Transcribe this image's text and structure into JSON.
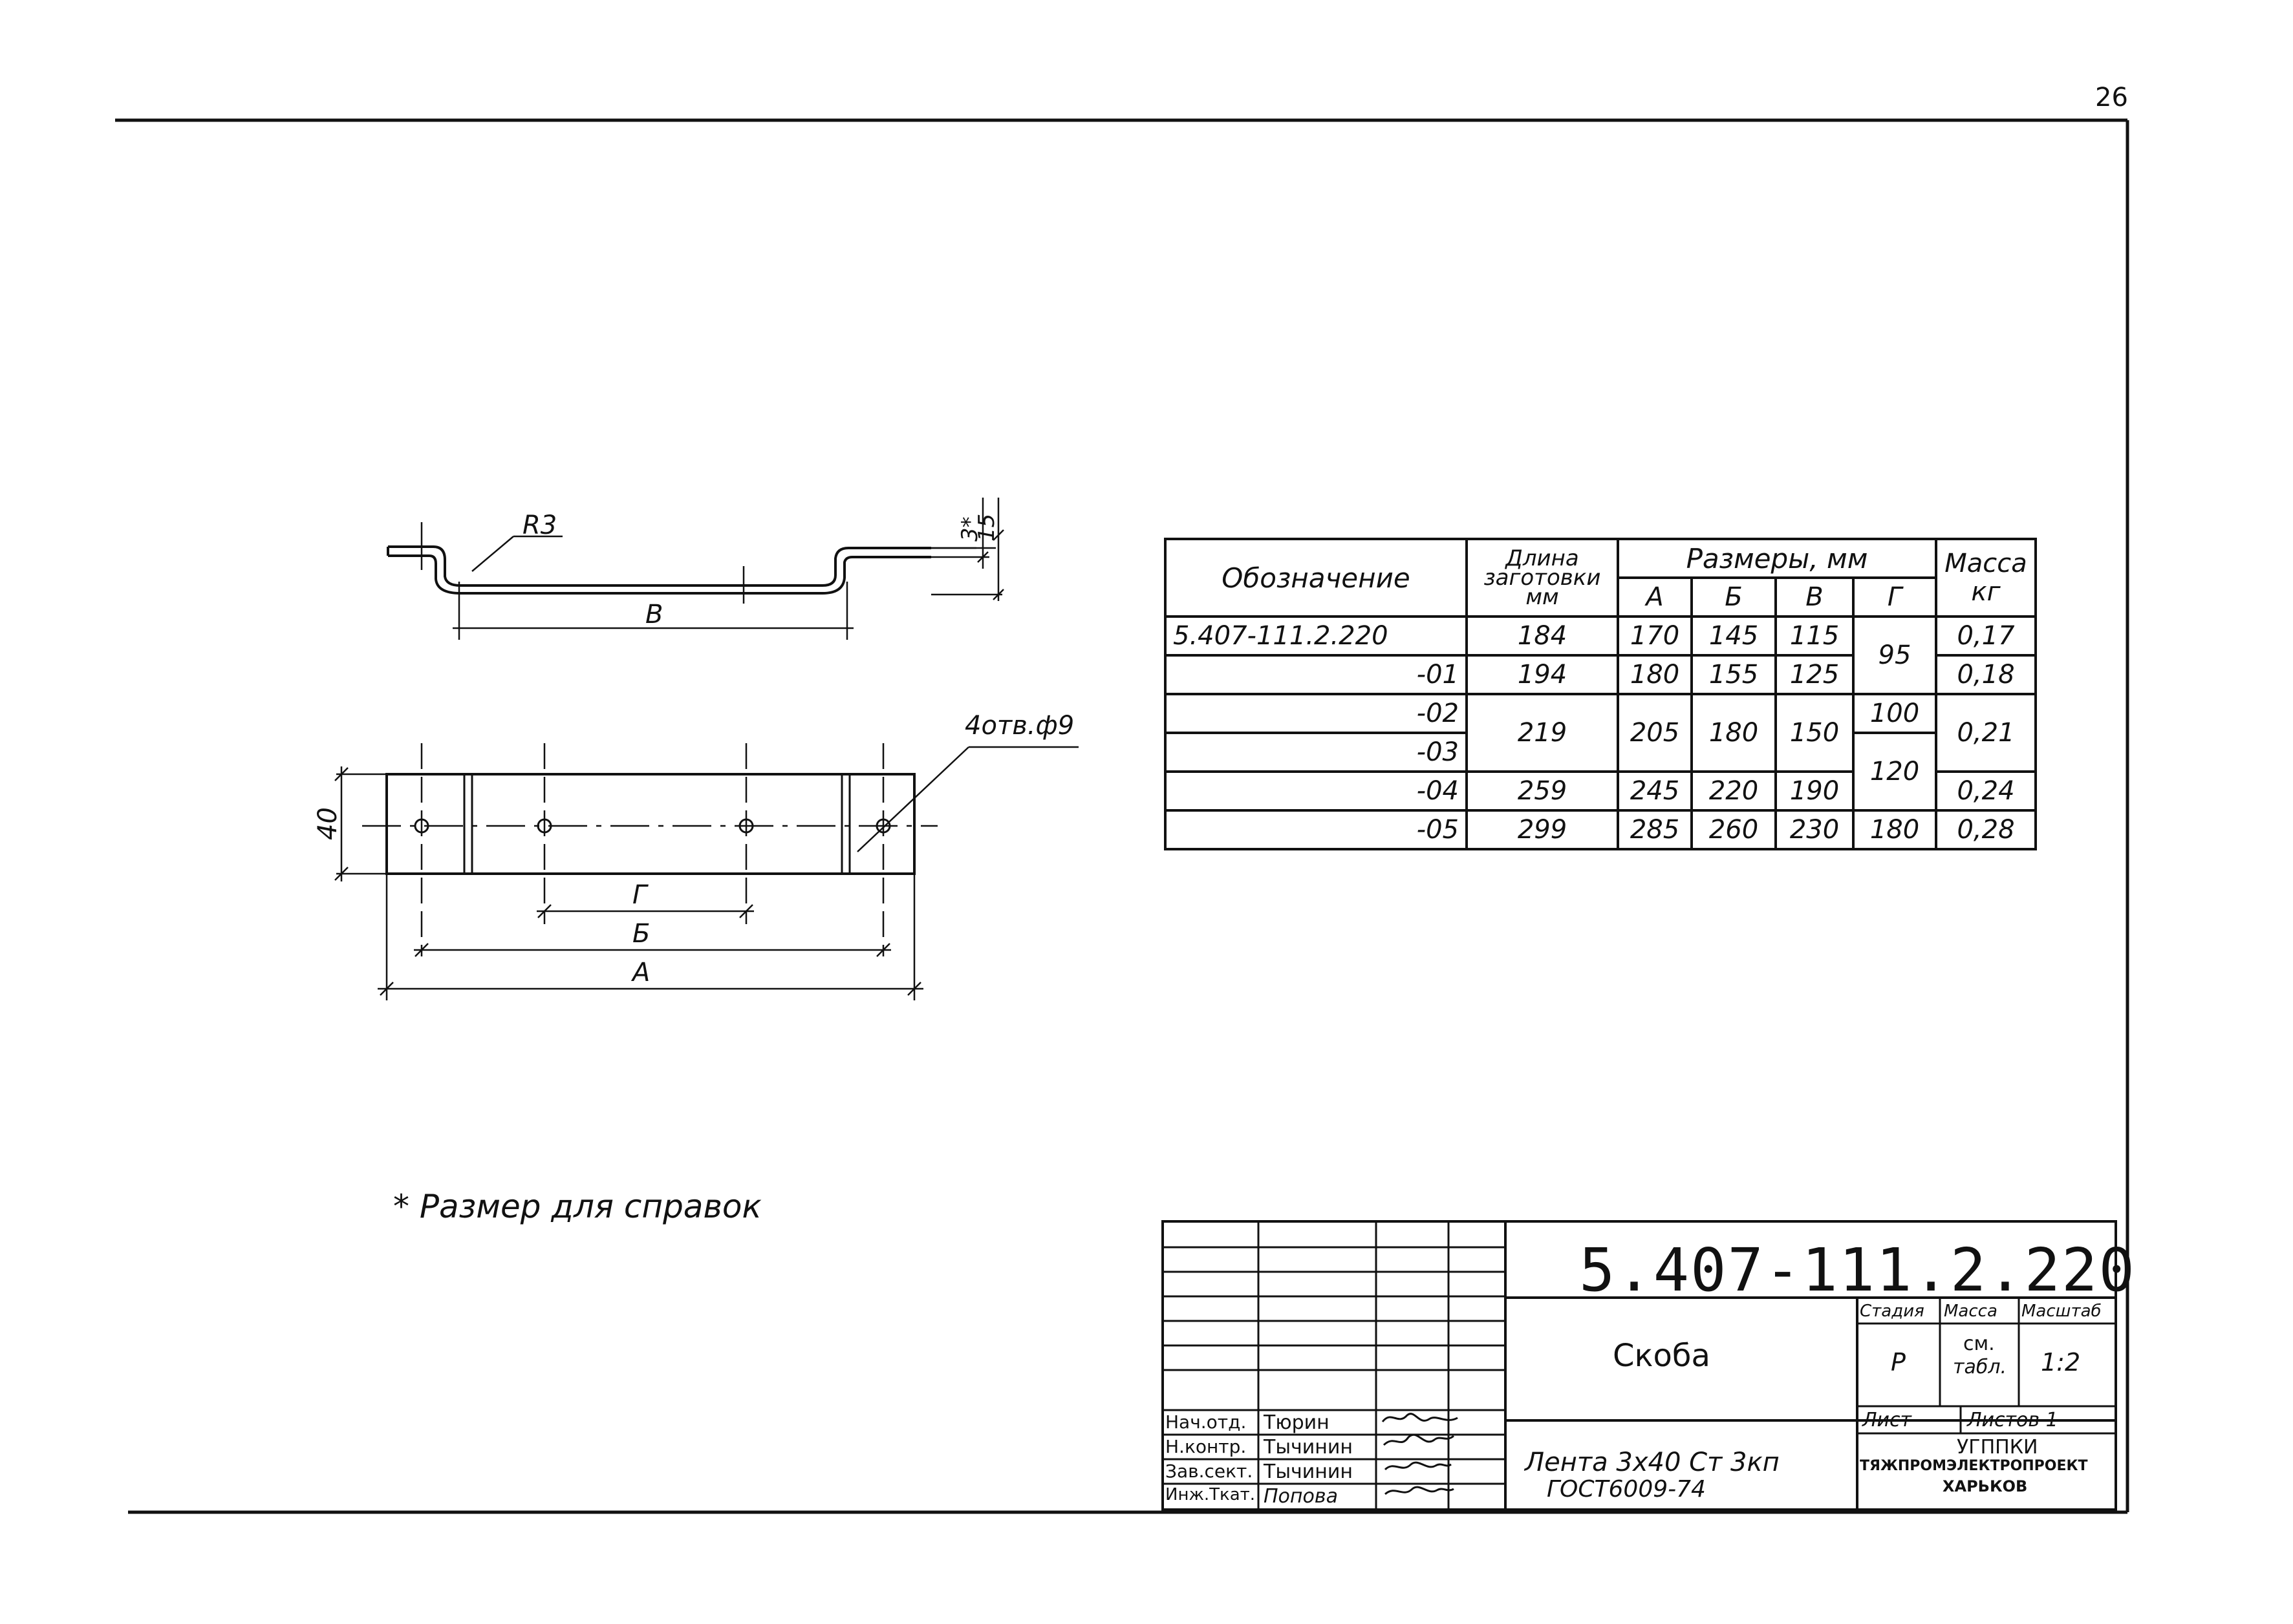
{
  "page_number": "26",
  "note": "* Размер для справок",
  "drawing_labels": {
    "radius": "R3",
    "dim_3": "3*",
    "dim_15": "15",
    "dim_B_side": "В",
    "holes": "4отв.ф9",
    "dim_40": "40",
    "dim_G": "Г",
    "dim_Bb": "Б",
    "dim_A": "А"
  },
  "spec_table": {
    "headers": {
      "designation": "Обозначение",
      "length_1": "Длина",
      "length_2": "заготовки",
      "length_3": "мм",
      "sizes": "Размеры, мм",
      "mass": "Масса",
      "mass_unit": "кг",
      "col_a": "А",
      "col_b": "Б",
      "col_v": "В",
      "col_g": "Г"
    },
    "rows": [
      {
        "designation": "5.407-111.2.220",
        "length": "184",
        "a": "170",
        "b": "145",
        "v": "115",
        "mass": "0,17"
      },
      {
        "designation": "-01",
        "length": "194",
        "a": "180",
        "b": "155",
        "v": "125",
        "mass": "0,18"
      },
      {
        "designation": "-02"
      },
      {
        "designation": "-03"
      },
      {
        "designation": "-04",
        "length": "259",
        "a": "245",
        "b": "220",
        "v": "190",
        "mass": "0,24"
      },
      {
        "designation": "-05",
        "length": "299",
        "a": "285",
        "b": "260",
        "v": "230",
        "g": "180",
        "mass": "0,28"
      }
    ],
    "merged": {
      "g_rows_01_02": "95",
      "g_row_02": "100",
      "g_rows_03_04": "120",
      "length_rows_02_03": "219",
      "a_rows_02_03": "205",
      "b_rows_02_03": "180",
      "v_rows_02_03": "150",
      "mass_rows_02_03": "0,21"
    }
  },
  "title_block": {
    "doc_number": "5.407-111.2.220",
    "name": "Скоба",
    "material_1": "Лента 3х40 Ст 3кп",
    "material_2": "ГОСТ6009-74",
    "stage_label": "Стадия",
    "mass_label": "Масса",
    "scale_label": "Масштаб",
    "stage": "Р",
    "mass_1": "см.",
    "mass_2": "табл.",
    "scale": "1:2",
    "sheet_label": "Лист",
    "sheets_label": "Листов 1",
    "org_1": "УГППКИ",
    "org_2": "ТЯЖПРОМЭЛЕКТРОПРОЕКТ",
    "org_3": "ХАРЬКОВ",
    "people": [
      {
        "role": "Нач.отд.",
        "name": "Тюрин"
      },
      {
        "role": "Н.контр.",
        "name": "Тычинин"
      },
      {
        "role": "Зав.сект.",
        "name": "Тычинин"
      },
      {
        "role": "Инж.Ткат.",
        "name": "Попова"
      }
    ]
  }
}
